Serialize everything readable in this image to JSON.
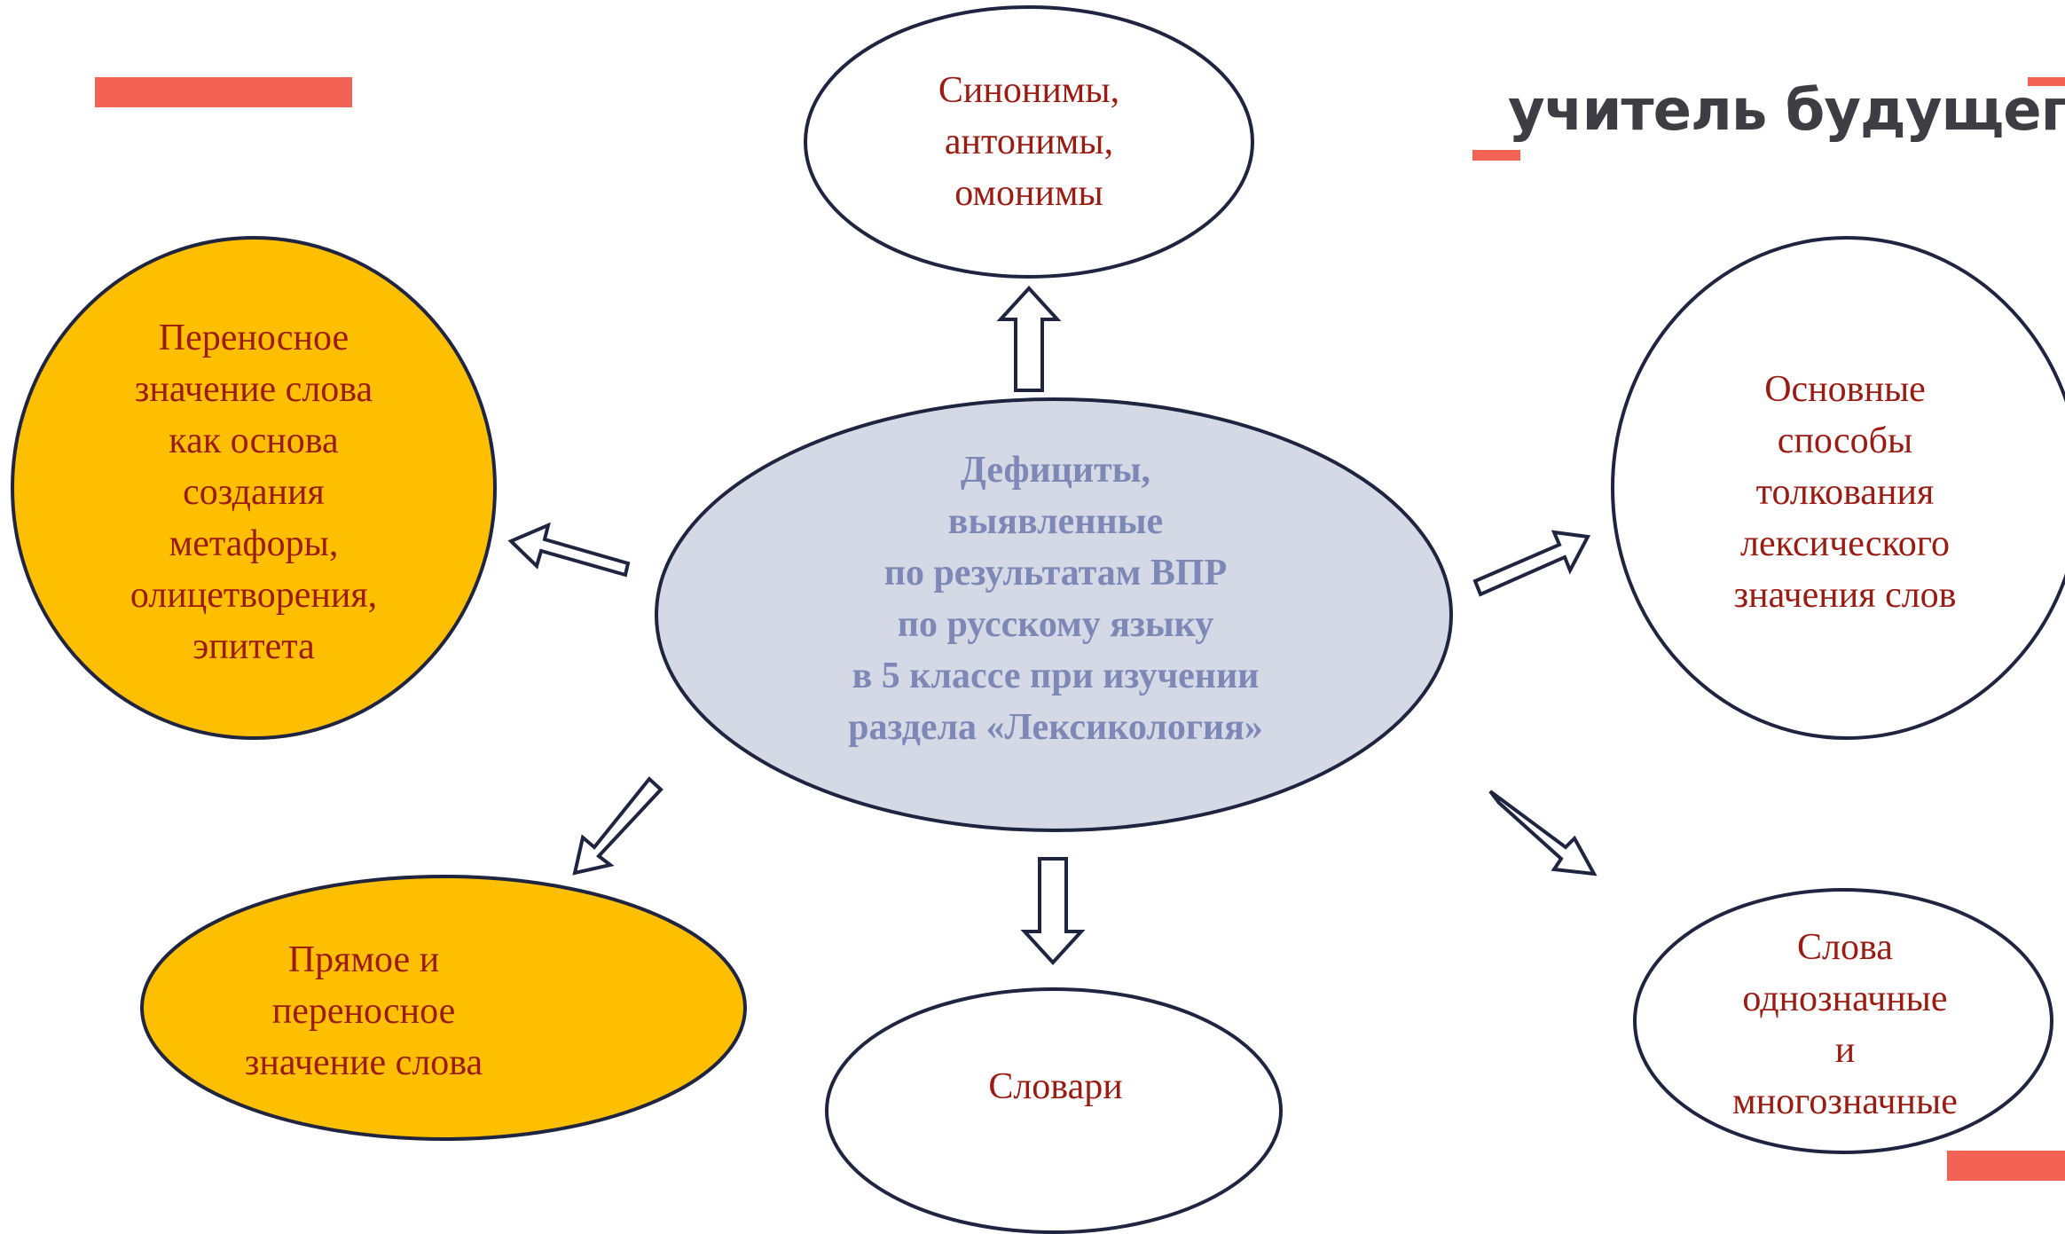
{
  "brand": {
    "name": "учитель будущего"
  },
  "colors": {
    "accent_red": "#f26355",
    "node_yellow": "#fdbf00",
    "center_fill": "#d5d9e6",
    "outline": "#1f2540",
    "text_red": "#9a1b12",
    "text_center": "#7d88b6"
  },
  "center": {
    "text": "Дефициты,\nвыявленные\nпо результатам ВПР\nпо русскому языку\nв 5 классе при изучении\nраздела «Лексикология»"
  },
  "nodes": {
    "top": "Синонимы,\nантонимы,\nомонимы",
    "left": "Переносное\nзначение слова\nкак основа\nсоздания\nметафоры,\nолицетворения,\nэпитета",
    "right": "Основные\nспособы\nтолкования\nлексического\nзначения слов",
    "bottom_left": "Прямое и\nпереносное\nзначение слова",
    "bottom": "Словари",
    "bottom_right": "Слова\nоднозначные\nи\nмногозначные"
  }
}
